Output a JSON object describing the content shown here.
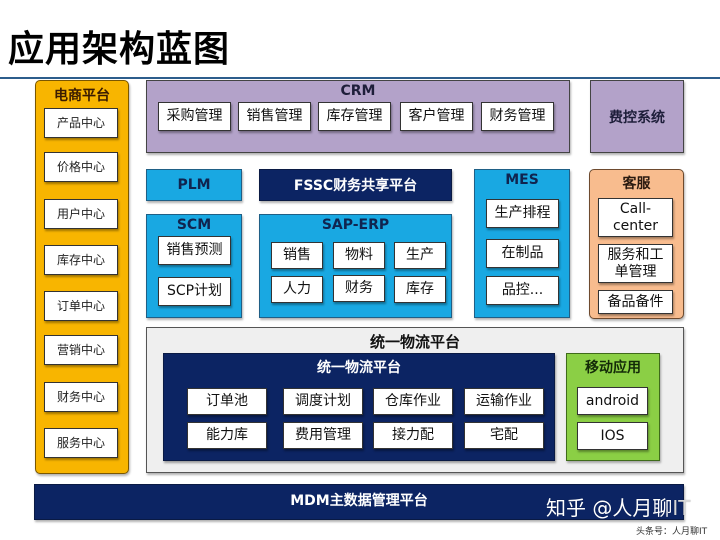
{
  "title": "应用架构蓝图",
  "ecommerce": {
    "label": "电商平台",
    "items": [
      "产品中心",
      "价格中心",
      "用户中心",
      "库存中心",
      "订单中心",
      "营销中心",
      "财务中心",
      "服务中心"
    ],
    "color": "#f8b500"
  },
  "crm": {
    "label": "CRM",
    "items": [
      "采购管理",
      "销售管理",
      "库存管理",
      "客户管理",
      "财务管理"
    ],
    "color": "#b3a2c9"
  },
  "expense_control": {
    "label": "费控系统"
  },
  "plm": {
    "label": "PLM"
  },
  "fssc": {
    "label": "FSSC财务共享平台"
  },
  "scm": {
    "label": "SCM",
    "items": [
      "销售预测",
      "SCP计划"
    ]
  },
  "sap_erp": {
    "label": "SAP-ERP",
    "items": [
      "销售",
      "物料",
      "生产",
      "人力",
      "财务",
      "库存"
    ]
  },
  "mes": {
    "label": "MES",
    "items": [
      "生产排程",
      "在制品",
      "品控..."
    ]
  },
  "customer_service": {
    "label": "客服",
    "items": [
      "Call-\ncenter",
      "服务和工\n单管理",
      "备品备件"
    ],
    "color": "#f8bc8e"
  },
  "logistics": {
    "outer_label": "统一物流平台",
    "inner_label": "统一物流平台",
    "items": [
      "订单池",
      "调度计划",
      "仓库作业",
      "运输作业",
      "能力库",
      "费用管理",
      "接力配",
      "宅配"
    ]
  },
  "mobile": {
    "label": "移动应用",
    "items": [
      "android",
      "IOS"
    ],
    "color": "#8bcf45"
  },
  "mdm": {
    "label": "MDM主数据管理平台"
  },
  "watermark": {
    "main": "知乎 @人月聊",
    "tail": "IT",
    "sub": "头条号：人月聊IT"
  },
  "colors": {
    "dark_navy": "#0c2463",
    "light_blue": "#19a8e2",
    "title_rule": "#2c5d8c"
  }
}
